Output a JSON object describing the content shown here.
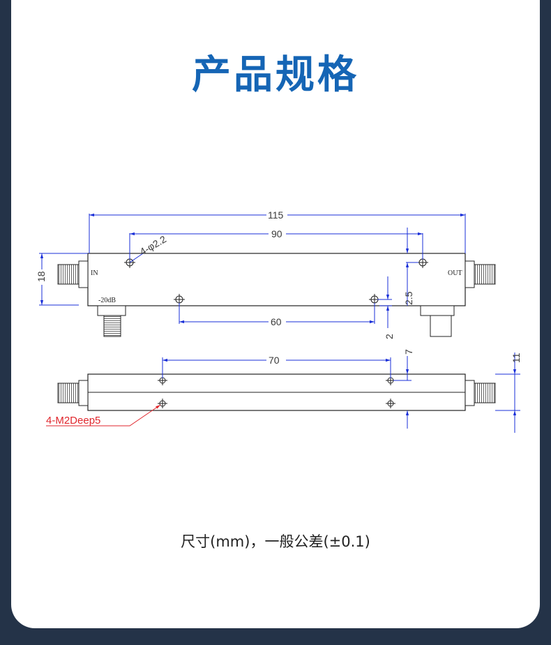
{
  "title": "产品规格",
  "caption": "尺寸(mm)，一般公差(±0.1)",
  "drawing": {
    "top_view": {
      "dim_total_length": "115",
      "dim_hole_spacing_top": "90",
      "dim_hole_spacing_bottom": "60",
      "hole_note": "4-φ2.2",
      "height": "18",
      "offset_right": "2.5",
      "offset_bottom": "2",
      "port_in": "IN",
      "port_out": "OUT",
      "port_coupled": "-20dB"
    },
    "side_view": {
      "dim_hole_spacing": "70",
      "offset": "7",
      "height": "11",
      "thread_note": "4-M2Deep5"
    }
  },
  "colors": {
    "background": "#243348",
    "title": "#1565b5",
    "dimension_line": "#1a2fd8",
    "note_red": "#e0262c",
    "outline": "#222222"
  }
}
